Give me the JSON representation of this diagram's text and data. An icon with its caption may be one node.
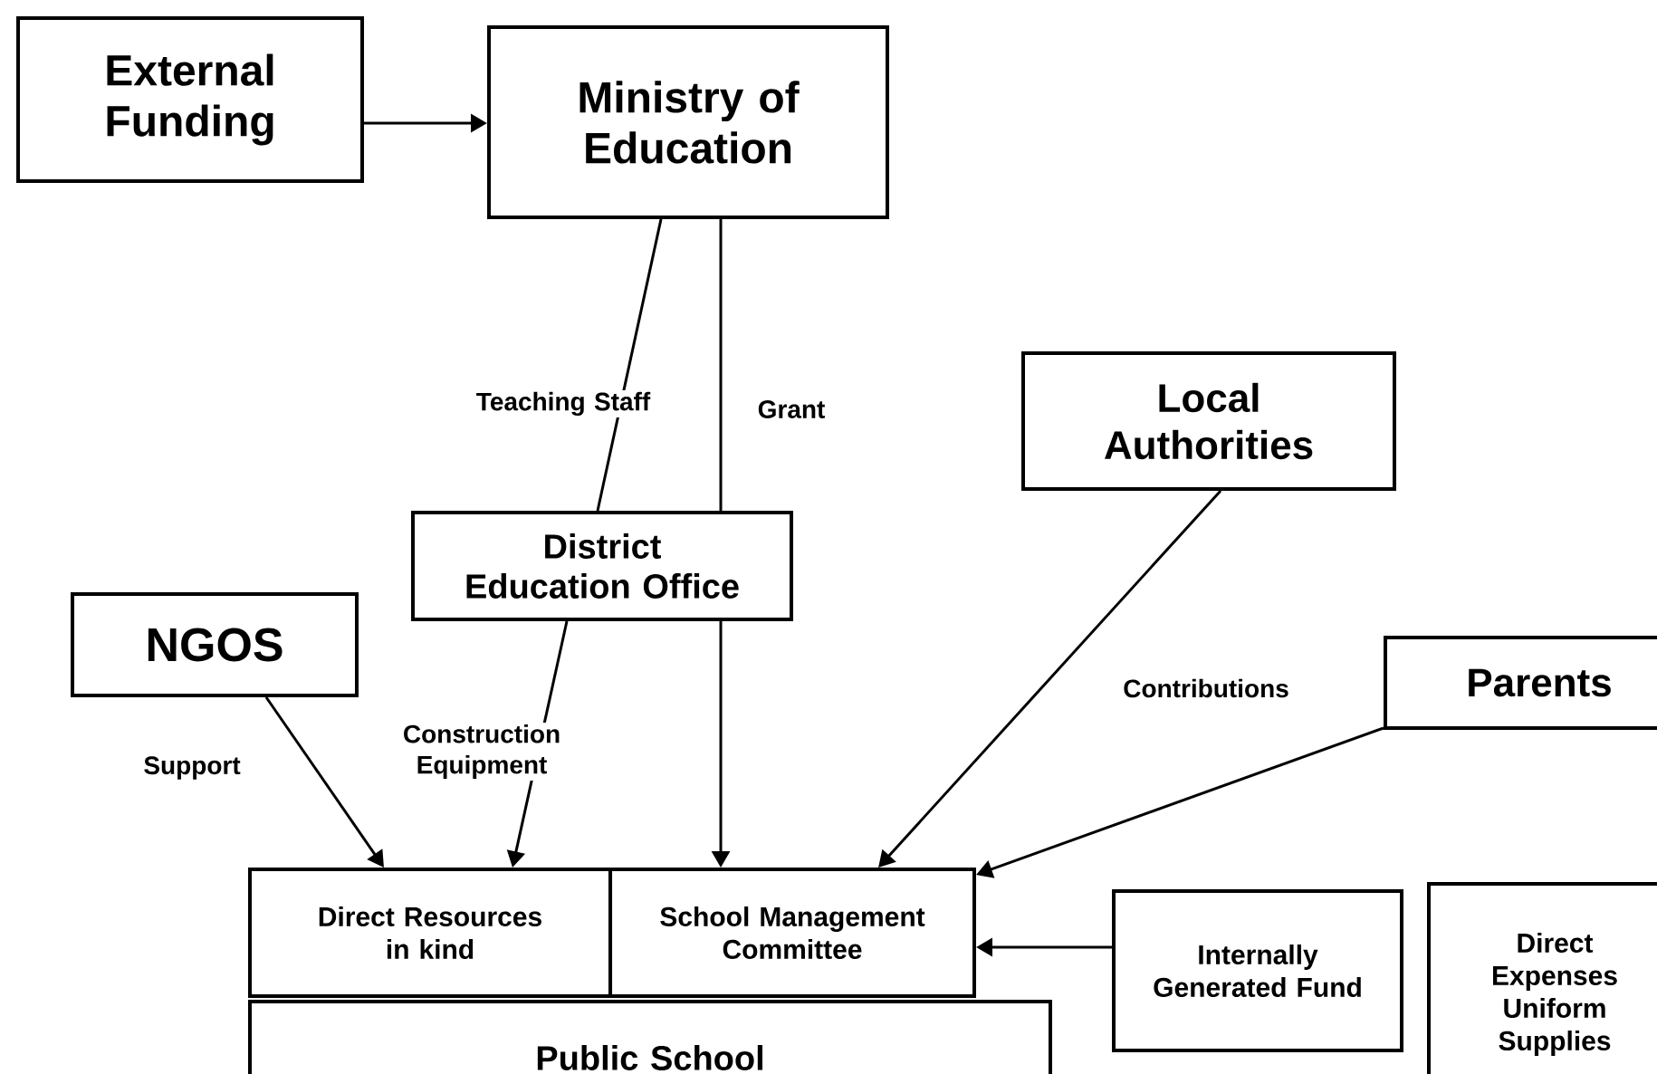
{
  "diagram": {
    "nodes": [
      {
        "text": [
          "External Funding"
        ]
      },
      {
        "text": [
          "Ministry of Education"
        ]
      },
      {
        "text": [
          "Local Authorities"
        ]
      },
      {
        "text": [
          "District Education Office"
        ]
      },
      {
        "text": [
          "NGOS"
        ]
      },
      {
        "text": [
          "Parents"
        ]
      },
      {
        "text": [
          "Direct Resources in kind"
        ]
      },
      {
        "text": [
          "School Management Committee"
        ]
      },
      {
        "text": [
          "Internally Generated Fund"
        ]
      },
      {
        "text": [
          "Direct Expenses Uniform Supplies"
        ]
      },
      {
        "text": [
          "Public School"
        ]
      }
    ],
    "edges": [
      {
        "from": 0,
        "to": 1,
        "arrow": "to"
      },
      {
        "from": 1,
        "to": 3,
        "arrow": "none",
        "label": "Teaching Staff"
      },
      {
        "from": 1,
        "to": 3,
        "arrow": "none",
        "label": "Grant"
      },
      {
        "from": 3,
        "to": 6,
        "arrow": "to",
        "label": "Construction Equipment"
      },
      {
        "from": 3,
        "to": 7,
        "arrow": "to"
      },
      {
        "from": 4,
        "to": 6,
        "arrow": "to",
        "label": "Support"
      },
      {
        "from": 2,
        "to": 7,
        "arrow": "to",
        "label": "Contributions"
      },
      {
        "from": 5,
        "to": 7,
        "arrow": "to"
      },
      {
        "from": 8,
        "to": 7,
        "arrow": "to"
      }
    ]
  }
}
